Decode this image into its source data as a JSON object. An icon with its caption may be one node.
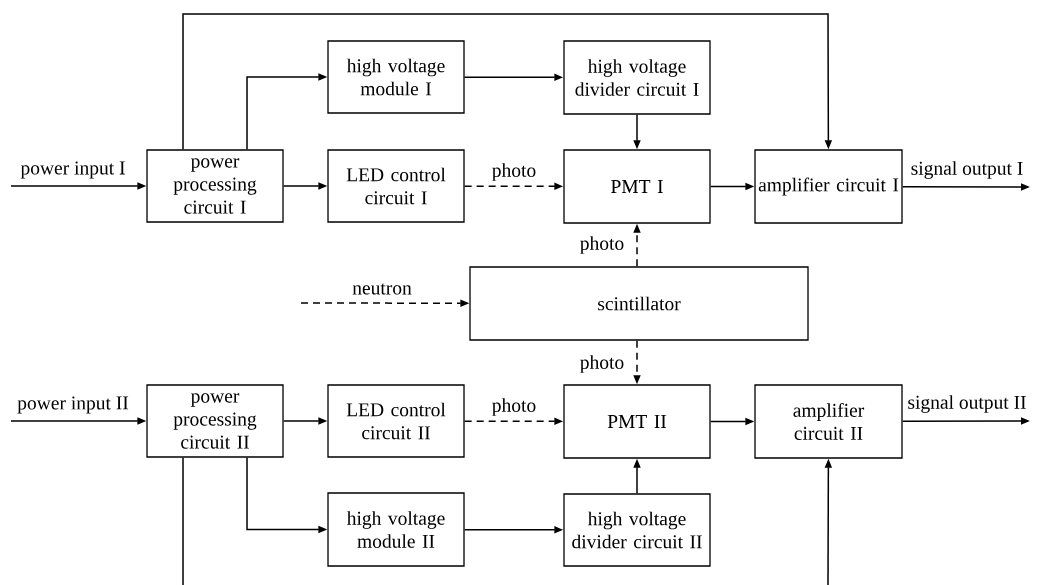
{
  "diagram": {
    "nodes": [
      {
        "text": [
          "high voltage module I"
        ]
      },
      {
        "text": [
          "high voltage divider circuit I"
        ]
      },
      {
        "text": [
          "power processing circuit I"
        ]
      },
      {
        "text": [
          "LED control circuit I"
        ]
      },
      {
        "text": [
          "PMT I"
        ]
      },
      {
        "text": [
          "amplifier circuit I"
        ]
      },
      {
        "text": [
          "scintillator"
        ]
      },
      {
        "text": [
          "power processing circuit II"
        ]
      },
      {
        "text": [
          "LED control circuit II"
        ]
      },
      {
        "text": [
          "PMT II"
        ]
      },
      {
        "text": [
          "amplifier circuit II"
        ]
      },
      {
        "text": [
          "high voltage module II"
        ]
      },
      {
        "text": [
          "high voltage divider circuit II"
        ]
      }
    ],
    "edges": [
      {
        "from": null,
        "to": 2,
        "arrow": "to",
        "label": "power input I"
      },
      {
        "from": 2,
        "to": 0,
        "arrow": "to"
      },
      {
        "from": 0,
        "to": 1,
        "arrow": "to"
      },
      {
        "from": 1,
        "to": 4,
        "arrow": "to"
      },
      {
        "from": 2,
        "to": 3,
        "arrow": "to"
      },
      {
        "from": 3,
        "to": 4,
        "arrow": "to",
        "label": "photo",
        "style": "dashed"
      },
      {
        "from": 4,
        "to": 5,
        "arrow": "to"
      },
      {
        "from": 2,
        "to": 5,
        "arrow": "to"
      },
      {
        "from": 5,
        "to": null,
        "arrow": "to",
        "label": "signal output I"
      },
      {
        "from": 6,
        "to": 4,
        "arrow": "to",
        "label": "photo",
        "style": "dashed"
      },
      {
        "from": null,
        "to": 6,
        "arrow": "to",
        "label": "neutron",
        "style": "dashed"
      },
      {
        "from": 6,
        "to": 9,
        "arrow": "to",
        "label": "photo",
        "style": "dashed"
      },
      {
        "from": null,
        "to": 7,
        "arrow": "to",
        "label": "power input II"
      },
      {
        "from": 7,
        "to": 8,
        "arrow": "to"
      },
      {
        "from": 8,
        "to": 9,
        "arrow": "to",
        "label": "photo",
        "style": "dashed"
      },
      {
        "from": 9,
        "to": 10,
        "arrow": "to"
      },
      {
        "from": 10,
        "to": null,
        "arrow": "to",
        "label": "signal output II"
      },
      {
        "from": 7,
        "to": 11,
        "arrow": "to"
      },
      {
        "from": 11,
        "to": 12,
        "arrow": "to"
      },
      {
        "from": 12,
        "to": 9,
        "arrow": "to"
      },
      {
        "from": 7,
        "to": null,
        "arrow": "none"
      },
      {
        "from": null,
        "to": 10,
        "arrow": "to"
      }
    ]
  }
}
